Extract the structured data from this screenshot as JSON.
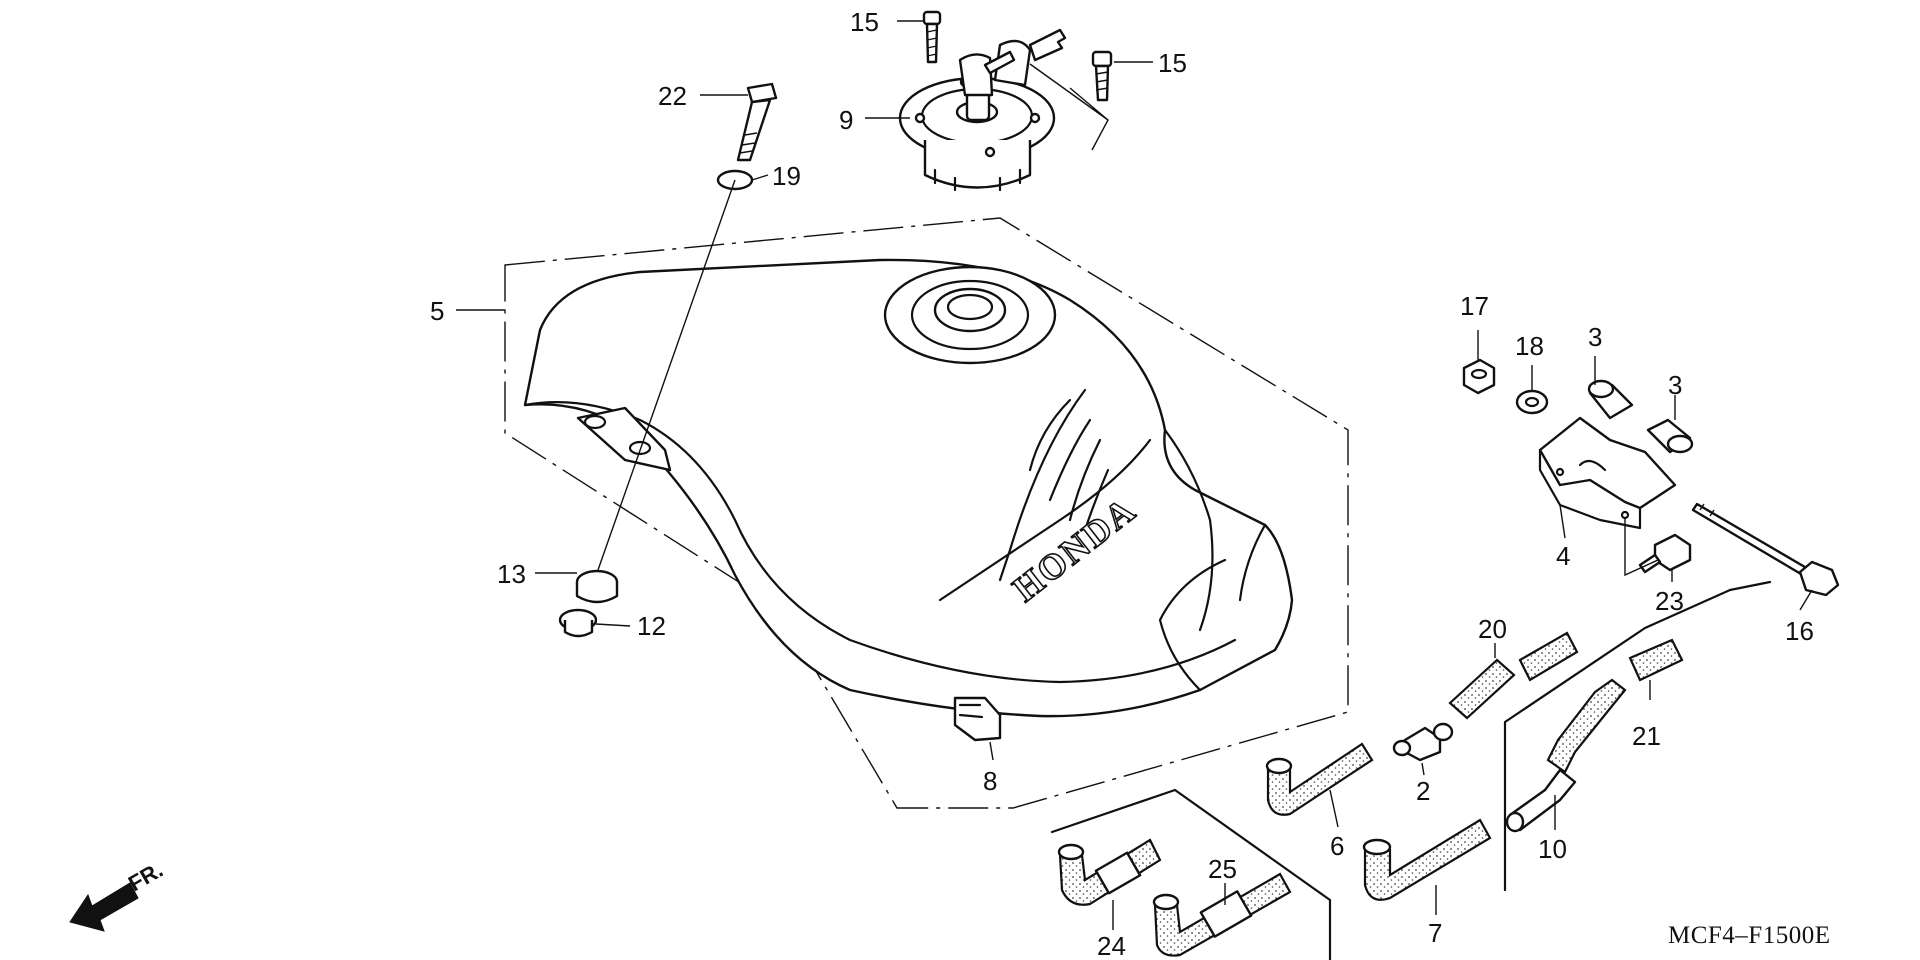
{
  "diagram": {
    "labels": {
      "p2": "2",
      "p3a": "3",
      "p3b": "3",
      "p4": "4",
      "p5": "5",
      "p6": "6",
      "p7": "7",
      "p8": "8",
      "p9": "9",
      "p10": "10",
      "p12": "12",
      "p13": "13",
      "p15a": "15",
      "p15b": "15",
      "p16": "16",
      "p17": "17",
      "p18": "18",
      "p19": "19",
      "p20": "20",
      "p21": "21",
      "p22": "22",
      "p23": "23",
      "p24": "24",
      "p25": "25"
    },
    "tank_brand": "HONDA",
    "direction": "FR.",
    "drawing_code": "MCF4–F1500E"
  }
}
